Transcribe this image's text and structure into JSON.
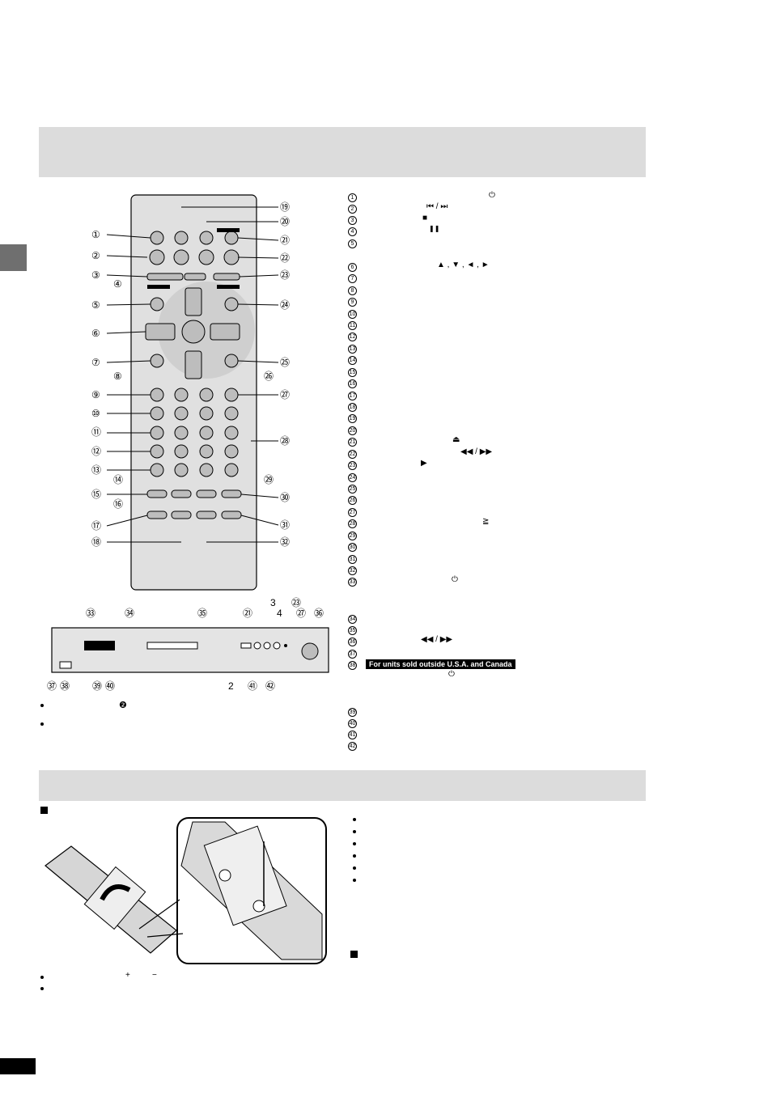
{
  "badge": {
    "outside_usa": "For units sold outside U.S.A. and Canada"
  },
  "list": {
    "items": [
      "①",
      "②",
      "③",
      "④",
      "⑤",
      "⑥",
      "⑦",
      "⑧",
      "⑨",
      "⑩",
      "⑪",
      "⑫",
      "⑬",
      "⑭",
      "⑮",
      "⑯",
      "⑰",
      "⑱",
      "⑲",
      "⑳",
      "㉑",
      "㉒",
      "㉓",
      "㉔",
      "㉕",
      "㉖",
      "㉗",
      "㉘",
      "㉙",
      "㉚",
      "㉛",
      "㉜",
      "㉝"
    ],
    "items2": [
      "㉞",
      "㉟",
      "㊱",
      "㊲",
      "㊳"
    ],
    "items3": [
      "㊴",
      "㊵",
      "㊶",
      "㊷"
    ]
  },
  "glyphs": {
    "power": "⏻",
    "skip": "⏮ / ⏭",
    "stop": "■",
    "pause": "❚❚",
    "cursor": "▲ , ▼ , ◄ , ►",
    "open_close": "⏏",
    "search": "◀◀ / ▶▶",
    "play": "▶",
    "ge": "≧",
    "power2": "⏻",
    "search2": "◀◀ / ▶▶",
    "power3": "⏻"
  },
  "remote_callouts": {
    "left": [
      "①",
      "②",
      "③",
      "④",
      "⑤",
      "⑥",
      "⑦",
      "⑧",
      "⑨",
      "⑩",
      "⑪",
      "⑫",
      "⑬",
      "⑭",
      "⑮",
      "⑯",
      "⑰",
      "⑱"
    ],
    "right": [
      "⑲",
      "⑳",
      "㉑",
      "㉒",
      "㉓",
      "㉔",
      "㉕",
      "㉖",
      "㉗",
      "㉘",
      "㉙",
      "㉚",
      "㉛",
      "㉜"
    ]
  },
  "unit_callouts": {
    "top": [
      "㉝",
      "㉞",
      "㉟",
      "㉑",
      "3",
      "4",
      "㉓",
      "㉗",
      "㊱"
    ],
    "bottom": [
      "㊲",
      "㊳",
      "㊴",
      "㊵",
      "2",
      "㊶",
      "㊷"
    ]
  },
  "notes": {
    "unit_note_num": "❷",
    "battery_plus": "+",
    "battery_minus": "−"
  }
}
